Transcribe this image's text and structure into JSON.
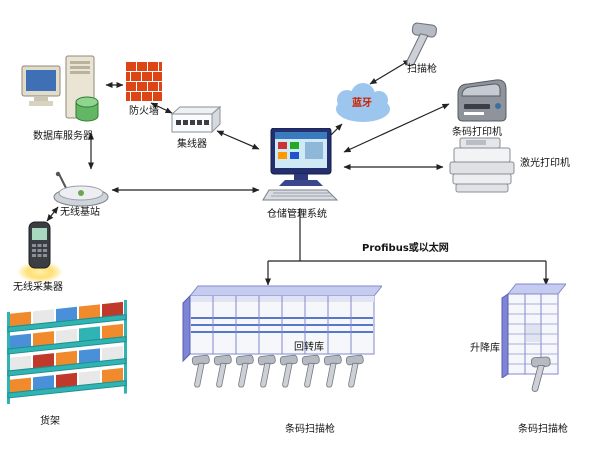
{
  "nodes": {
    "database_server": {
      "label": "数据库服务器"
    },
    "firewall": {
      "label": "防火墙"
    },
    "hub": {
      "label": "集线器"
    },
    "wireless_station": {
      "label": "无线基站"
    },
    "wireless_collector": {
      "label": "无线采集器"
    },
    "shelf": {
      "label": "货架"
    },
    "wms": {
      "label": "仓储管理系统"
    },
    "bluetooth": {
      "label": "蓝牙"
    },
    "scan_gun": {
      "label": "扫描枪"
    },
    "barcode_printer": {
      "label": "条码打印机"
    },
    "laser_printer": {
      "label": "激光打印机"
    },
    "bus": {
      "label": "Profibus或以太网"
    },
    "carousel": {
      "label": "回转库"
    },
    "scanner_row": {
      "label": "条码扫描枪"
    },
    "lift": {
      "label": "升降库"
    },
    "scanner_right": {
      "label": "条码扫描枪"
    }
  },
  "colors": {
    "line": "#222222",
    "bluetooth_text": "#cc2200",
    "cloud_fill": "#9cc6ee",
    "firewall_brick": "#dd4614",
    "warehouse_purple": "#7f85d6",
    "shelf_teal": "#2fb3b3"
  }
}
